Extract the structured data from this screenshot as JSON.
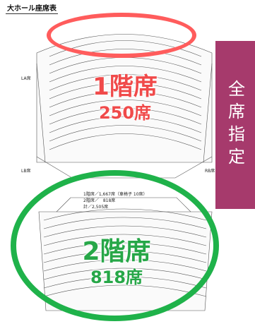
{
  "page_title": "大ホール座席表",
  "floor1": {
    "label": "1階席",
    "seats": "250席"
  },
  "floor2": {
    "label": "2階席",
    "seats": "818席"
  },
  "badge": "全席指定",
  "block_labels": {
    "la": "LA席",
    "lb": "LB席",
    "rb": "RB席"
  },
  "summary": {
    "line1": "1階席／1,667席（車椅子 10席）",
    "line2": "2階席／　818席",
    "line3": "計／2,505席"
  },
  "colors": {
    "floor1_accent": "#f04a4a",
    "floor2_accent": "#27a748",
    "badge_bg": "#a63a6c"
  }
}
